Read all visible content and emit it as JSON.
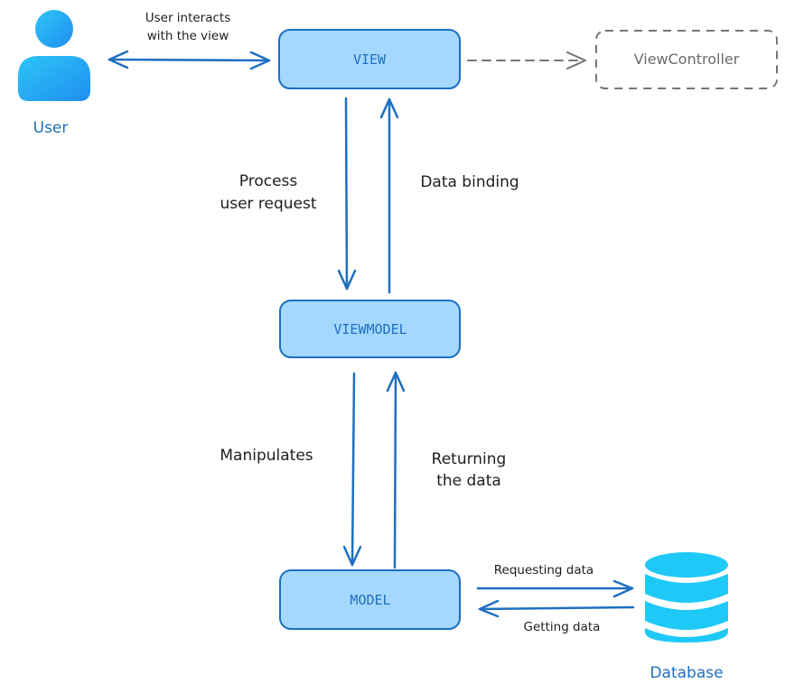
{
  "nodes": {
    "view": "VIEW",
    "viewmodel": "VIEWMODEL",
    "model": "MODEL",
    "view_controller": "ViewController"
  },
  "actors": {
    "user": "User",
    "database": "Database"
  },
  "edges": {
    "user_view_line1": "User interacts",
    "user_view_line2": "with the view",
    "process_line1": "Process",
    "process_line2": "user request",
    "data_binding": "Data binding",
    "manipulates": "Manipulates",
    "returning_line1": "Returning",
    "returning_line2": "the data",
    "requesting": "Requesting data",
    "getting": "Getting data"
  },
  "colors": {
    "box_fill": "#a5d8ff",
    "box_stroke": "#1971c2",
    "arrow": "#1e6fc0",
    "dashed": "#757575",
    "user_icon": "#22a6f5",
    "database_icon": "#1ec8f7"
  }
}
